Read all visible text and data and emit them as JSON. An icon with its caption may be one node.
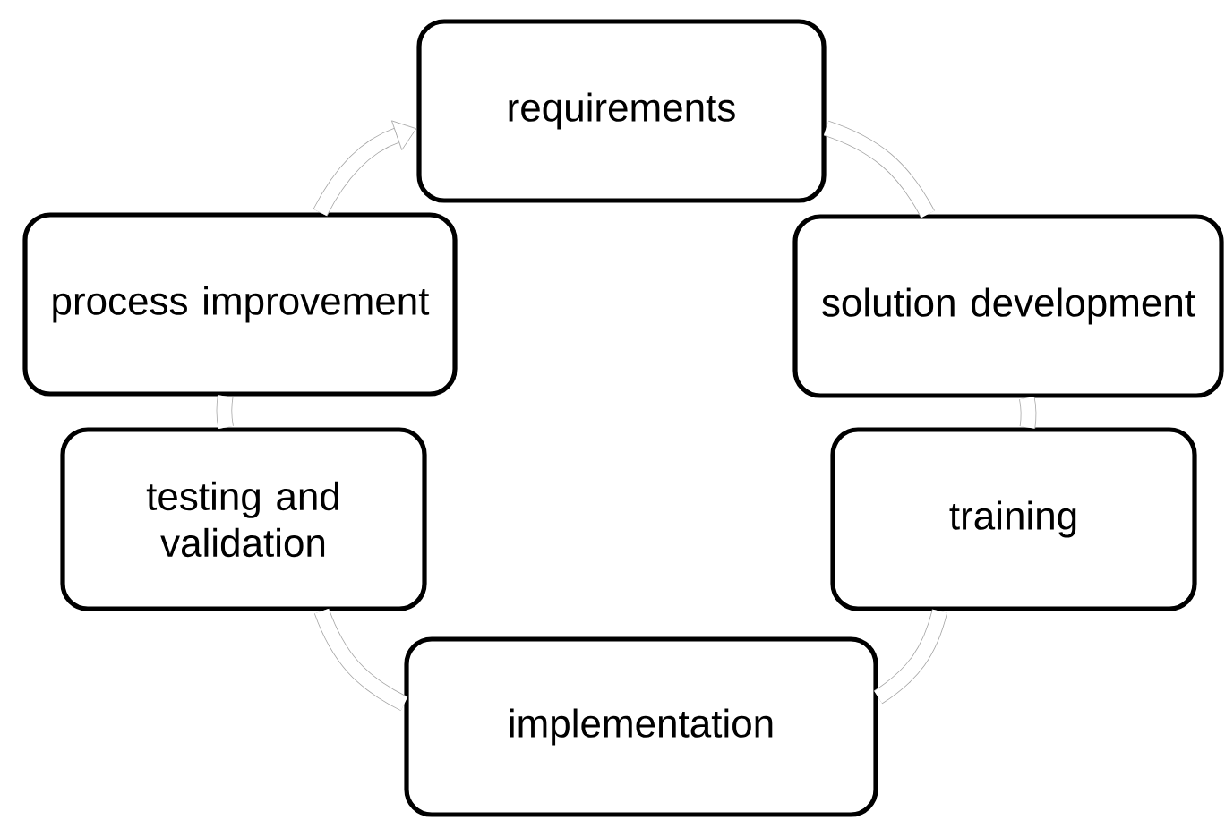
{
  "diagram": {
    "nodes": [
      {
        "text": [
          "requirements"
        ]
      },
      {
        "text": [
          "solution development"
        ]
      },
      {
        "text": [
          "training"
        ]
      },
      {
        "text": [
          "implementation"
        ]
      },
      {
        "text": [
          "testing and validation"
        ]
      },
      {
        "text": [
          "process improvement"
        ]
      }
    ],
    "edges": [
      {
        "from": 0,
        "to": 1,
        "arrow": "none"
      },
      {
        "from": 1,
        "to": 2,
        "arrow": "none"
      },
      {
        "from": 2,
        "to": 3,
        "arrow": "none"
      },
      {
        "from": 3,
        "to": 4,
        "arrow": "none"
      },
      {
        "from": 4,
        "to": 5,
        "arrow": "none"
      },
      {
        "from": 5,
        "to": 0,
        "arrow": "to"
      }
    ]
  }
}
